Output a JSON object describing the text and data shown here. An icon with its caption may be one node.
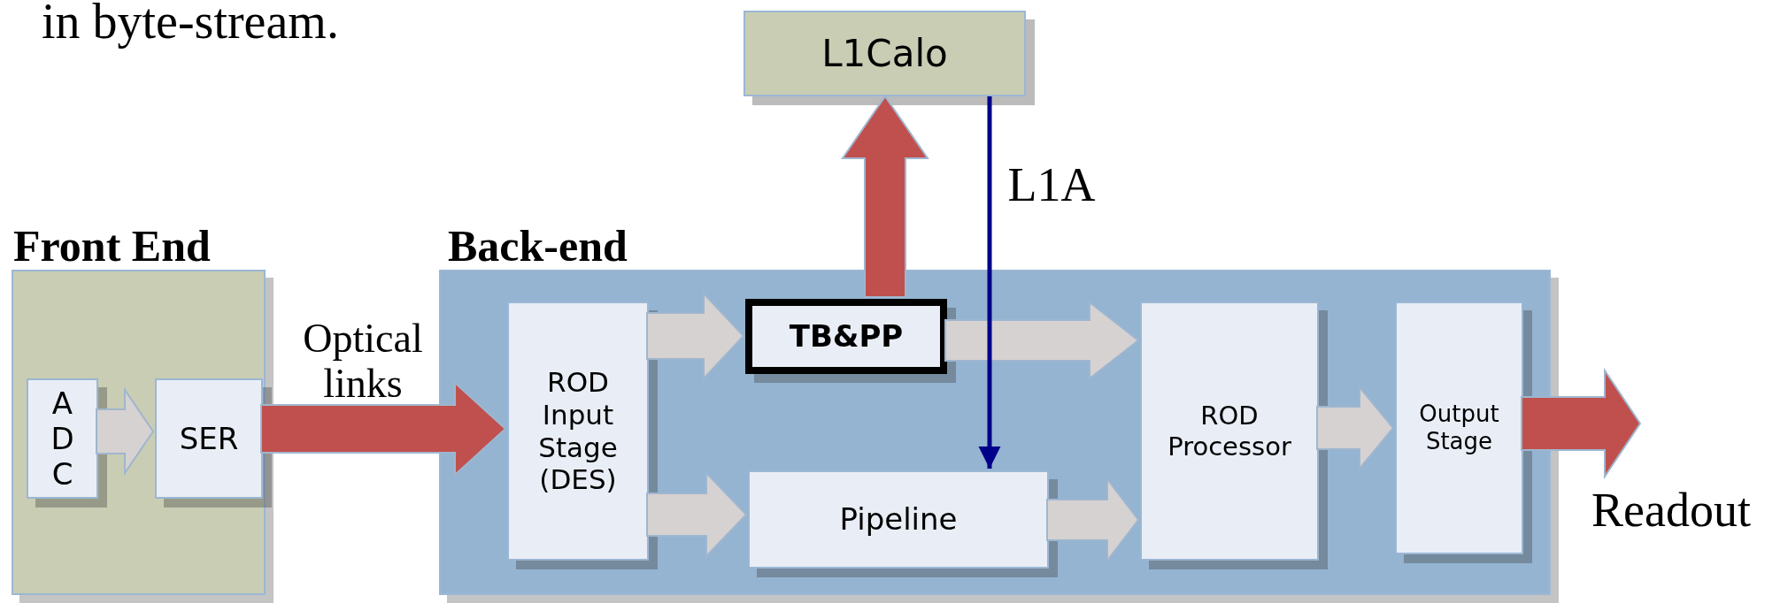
{
  "diagram": {
    "nodes": [
      {
        "text": [
          "Front End"
        ]
      },
      {
        "text": [
          "ADC"
        ],
        "in": 0
      },
      {
        "text": [
          "SER"
        ],
        "in": 0
      },
      {
        "text": [
          "Back-end"
        ]
      },
      {
        "text": [
          "ROD Input Stage (DES)"
        ],
        "in": 3
      },
      {
        "text": [
          "TB&PP"
        ],
        "in": 3
      },
      {
        "text": [
          "Pipeline"
        ],
        "in": 3
      },
      {
        "text": [
          "ROD Processor"
        ],
        "in": 3
      },
      {
        "text": [
          "Output Stage"
        ],
        "in": 3
      },
      {
        "text": [
          "L1Calo"
        ]
      }
    ],
    "edges": [
      {
        "from": 1,
        "to": 2,
        "arrow": "to",
        "style": "thick"
      },
      {
        "from": 2,
        "to": 4,
        "arrow": "to",
        "style": "thick",
        "color": "#c0504d",
        "label": "Optical links"
      },
      {
        "from": 4,
        "to": 5,
        "arrow": "to",
        "style": "thick"
      },
      {
        "from": 4,
        "to": 6,
        "arrow": "to",
        "style": "thick"
      },
      {
        "from": 5,
        "to": 9,
        "arrow": "to",
        "style": "thick",
        "color": "#c0504d"
      },
      {
        "from": 5,
        "to": 7,
        "arrow": "to",
        "style": "thick"
      },
      {
        "from": 6,
        "to": 7,
        "arrow": "to",
        "style": "thick"
      },
      {
        "from": 9,
        "to": 6,
        "arrow": "to",
        "color": "#00008b",
        "label": "L1A"
      },
      {
        "from": 7,
        "to": 8,
        "arrow": "to",
        "style": "thick"
      },
      {
        "from": 8,
        "to": null,
        "arrow": "to",
        "style": "thick",
        "color": "#c0504d",
        "label": "Readout"
      }
    ],
    "labels": [
      "in byte-stream."
    ]
  }
}
